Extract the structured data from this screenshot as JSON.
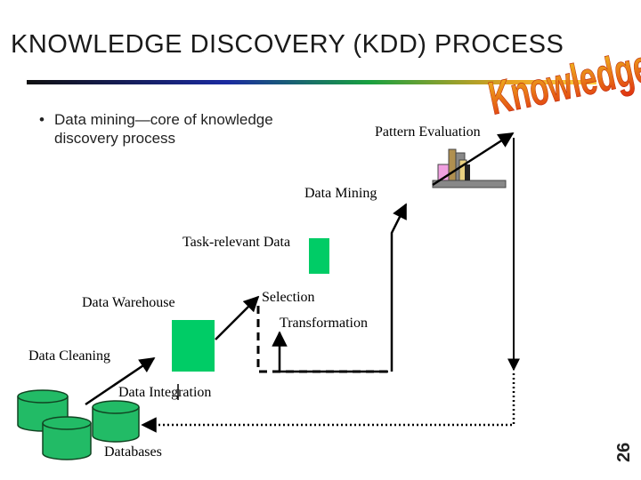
{
  "slide": {
    "title": "KNOWLEDGE DISCOVERY (KDD) PROCESS",
    "bullet_symbol": "•",
    "bullet": "Data mining—core of knowledge discovery process",
    "page_number": "26"
  },
  "diagram": {
    "knowledge_word": "Knowledge",
    "labels": {
      "pattern_evaluation": "Pattern Evaluation",
      "data_mining": "Data Mining",
      "task_relevant_data": "Task-relevant Data",
      "data_warehouse": "Data Warehouse",
      "selection": "Selection",
      "transformation": "Transformation",
      "data_cleaning": "Data Cleaning",
      "data_integration": "Data Integration",
      "databases": "Databases"
    },
    "colors": {
      "knowledge_gradient_top": "#f0c020",
      "knowledge_gradient_bottom": "#e03010",
      "box_green": "#00cc66",
      "cylinder_green": "#22bb66",
      "bar_pink": "#f0a0e0",
      "bar_tan": "#b09050",
      "bar_gray": "#999999"
    }
  }
}
